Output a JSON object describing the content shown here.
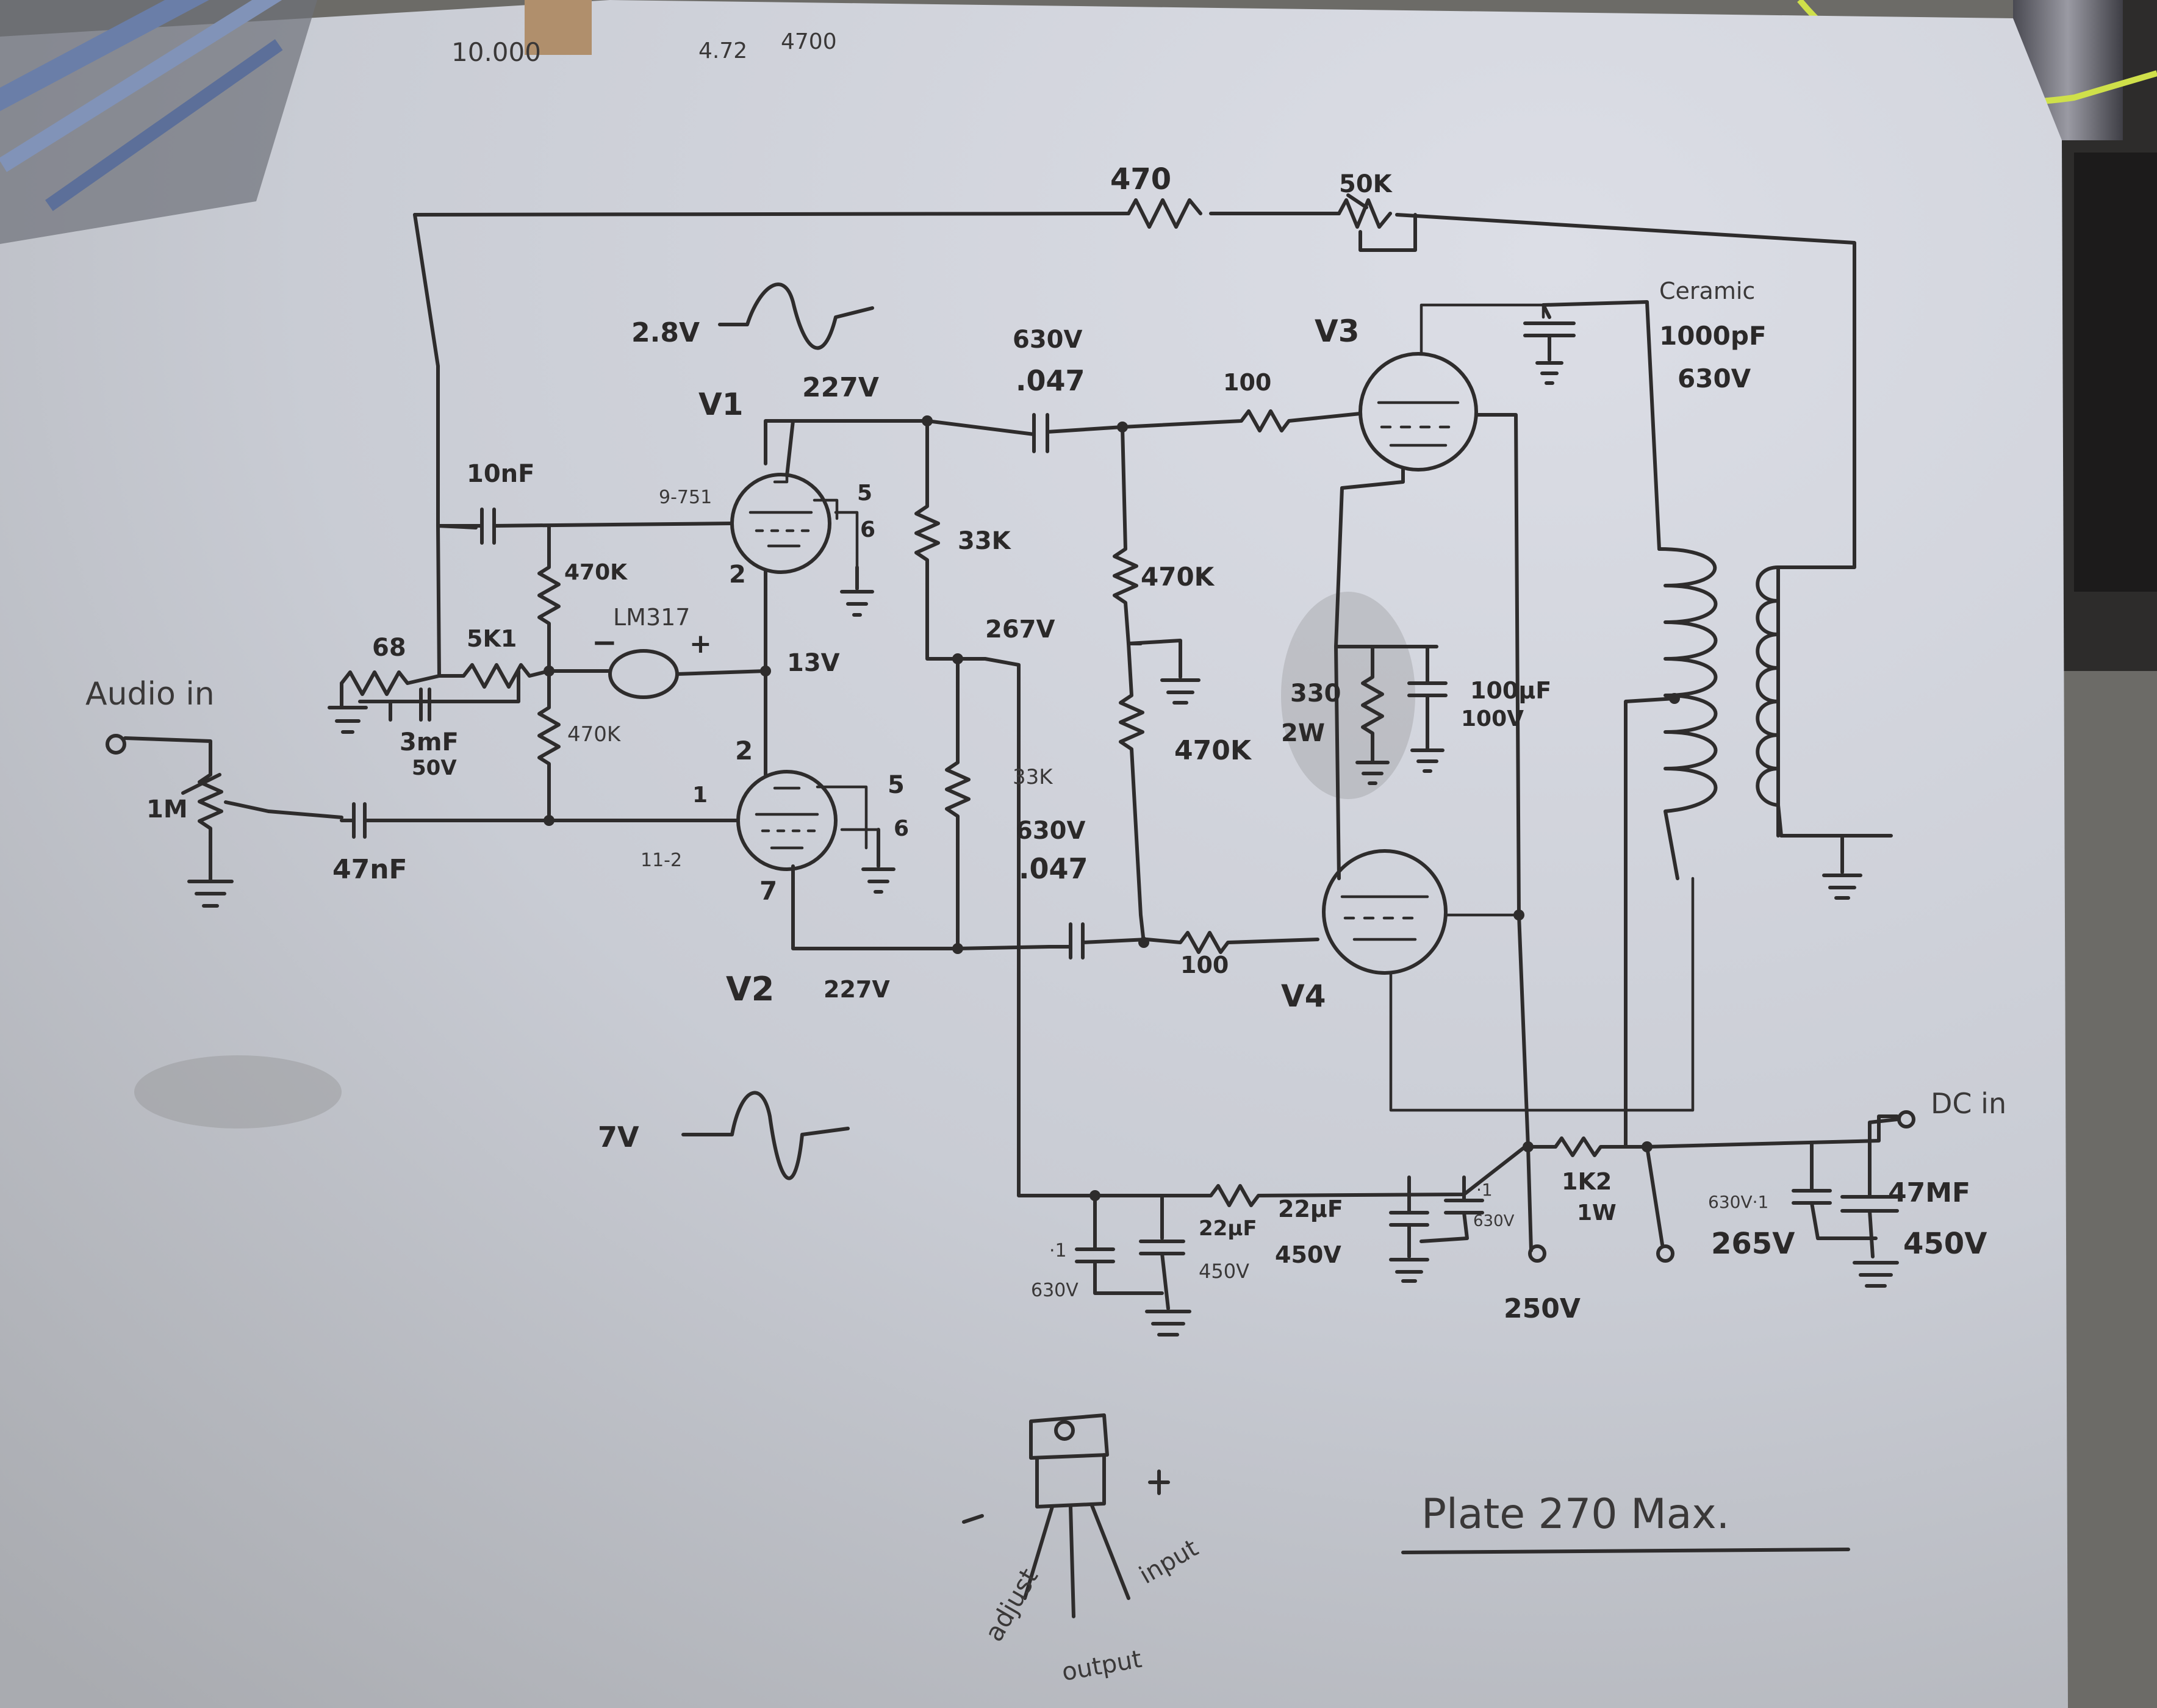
{
  "labels": {
    "top_note_1": "10.000",
    "top_note_2": "4.72",
    "top_note_3": "4700",
    "feedback_resistor": "470",
    "feedback_pot": "50K",
    "v1_wave_amplitude": "2.8V",
    "v2_wave_amplitude": "7V",
    "v1": "V1",
    "v2": "V2",
    "v3": "V3",
    "v4": "V4",
    "v1_plate_voltage": "227V",
    "v2_plate_voltage": "227V",
    "coupling_cap_top_voltage": "630V",
    "coupling_cap_top_value": ".047",
    "coupling_cap_bottom_voltage": "630V",
    "coupling_cap_bottom_value": ".047",
    "grid_stopper_top": "100",
    "grid_stopper_bottom": "100",
    "ceramic_label": "Ceramic",
    "ceramic_value": "1000pF",
    "ceramic_voltage": "630V",
    "input_cap": "10nF",
    "input_cap_2": "47nF",
    "input_pot": "1M",
    "audio_in": "Audio in",
    "r_68": "68",
    "r_5k1": "5K1",
    "cap_3mf": "3mF",
    "cap_3mf_voltage": "50V",
    "r_470k_upper": "470K",
    "r_470k_lower": "470K",
    "regulator": "LM317",
    "reg_minus": "−",
    "reg_plus": "+",
    "heater_voltage": "13V",
    "r_33k_upper": "33K",
    "r_33k_lower": "33K",
    "node_267v": "267V",
    "r_470k_grid_upper": "470K",
    "r_470k_grid_lower": "470K",
    "cathode_r": "330",
    "cathode_r_power": "2W",
    "cathode_cap": "100µF",
    "cathode_cap_voltage": "100V",
    "pin_9_751": "9-751",
    "pin_2_v1": "2",
    "pin_5_v1": "5",
    "pin_6_v1": "6",
    "pin_2_v2": "2",
    "pin_1_v2": "1",
    "pin_5_v2": "5",
    "pin_6_v2": "6",
    "pin_7_v2": "7",
    "pin_11_2": "11-2",
    "ps_cap_1_value": "·1",
    "ps_cap_1_voltage": "630V",
    "ps_cap_2_value": "22µF",
    "ps_cap_2_voltage": "450V",
    "ps_cap_3_value": "22µF",
    "ps_cap_3_voltage": "450V",
    "ps_cap_4_value": "·1",
    "ps_cap_4_voltage": "630V",
    "ps_resistor": "1K2",
    "ps_resistor_power": "1W",
    "node_250v": "250V",
    "ps_cap_5": "630V·1",
    "node_265v": "265V",
    "main_cap": "47MF",
    "main_cap_voltage": "450V",
    "dc_in": "DC in",
    "to220_adjust": "adjust",
    "to220_output": "output",
    "to220_input": "input",
    "to220_minus": "−",
    "to220_plus": "+",
    "plate_note": "Plate 270 Max."
  }
}
